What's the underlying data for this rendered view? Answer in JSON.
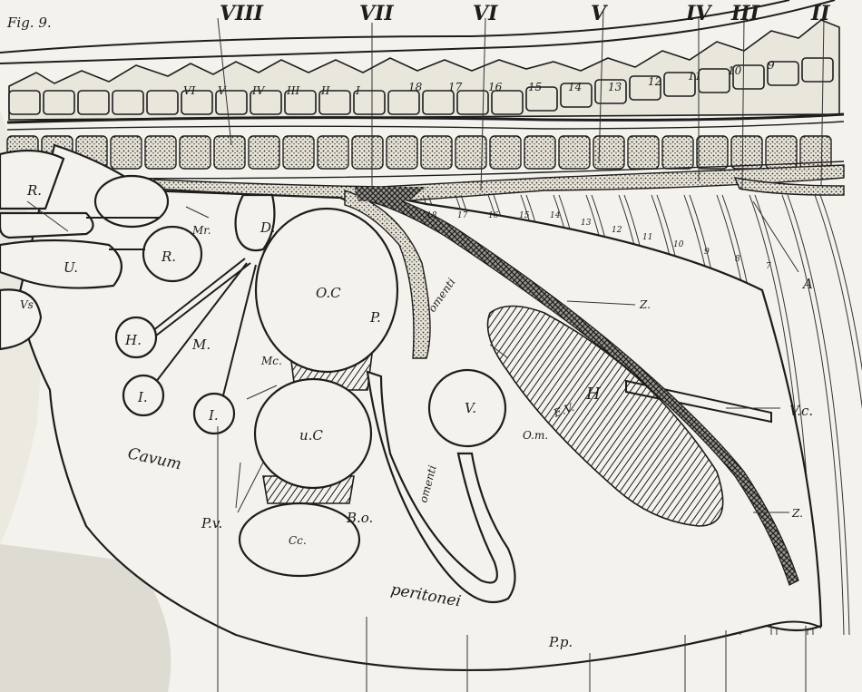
{
  "figure_label": "Fig. 9.",
  "segment_labels": [
    "VIII",
    "VII",
    "VI",
    "V",
    "IV",
    "III",
    "II"
  ],
  "dorsal_vertebra_labels": [
    "VI",
    "V",
    "IV",
    "III",
    "II",
    "I"
  ],
  "thoracic_vertebra_numbers": [
    "18",
    "17",
    "16",
    "15",
    "14",
    "13",
    "12",
    "11",
    "10",
    "9"
  ],
  "rib_numbers": [
    "18",
    "17",
    "16",
    "15",
    "14",
    "13",
    "12",
    "11",
    "10",
    "9",
    "8",
    "7"
  ],
  "labels": {
    "R_upper": "R.",
    "U": "U.",
    "Vs": "Vs",
    "R_lower": "R.",
    "Mr": "Mr.",
    "D": "D.",
    "H": "H.",
    "M": "M.",
    "I_left": "I.",
    "I_right": "I.",
    "Mc": "Mc.",
    "OC": "O.C",
    "P": "P.",
    "uC": "u.C",
    "Cc": "Cc.",
    "Pv": "P.v.",
    "Bo": "B.o.",
    "V": "V.",
    "Om": "O.m.",
    "Hh": "H",
    "Z_upper": "Z.",
    "Z_lower": "Z.",
    "A": "A",
    "Vc": "V.c.",
    "Pp": "P.p.",
    "cavum": "Cavum",
    "peritonei": "peritonei",
    "omenti": "omenti",
    "omenti2": "omenti",
    "Ev": "E.V."
  }
}
